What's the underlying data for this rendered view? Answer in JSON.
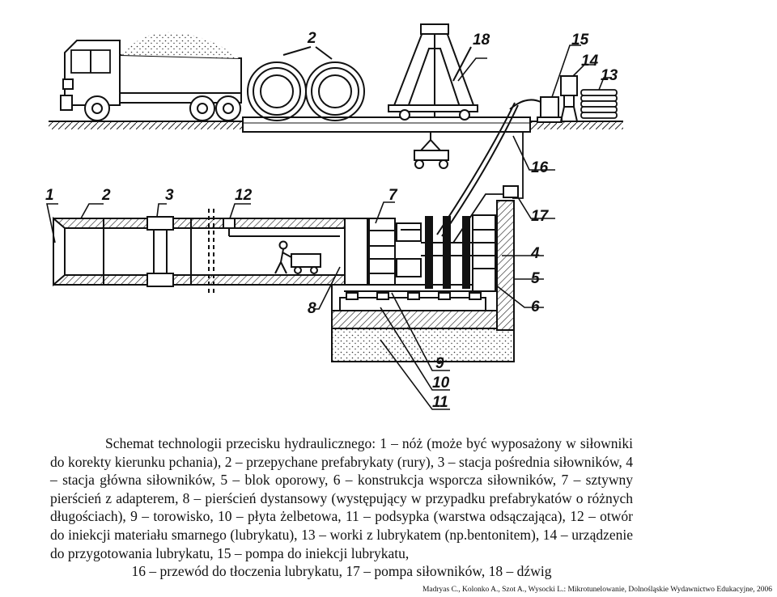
{
  "labels": {
    "l1": "1",
    "l2a": "2",
    "l2b": "2",
    "l3": "3",
    "l4": "4",
    "l5": "5",
    "l6": "6",
    "l7": "7",
    "l8": "8",
    "l9": "9",
    "l10": "10",
    "l11": "11",
    "l12": "12",
    "l13": "13",
    "l14": "14",
    "l15": "15",
    "l16": "16",
    "l17": "17",
    "l18": "18"
  },
  "caption": {
    "body": "Schemat technologii przecisku hydraulicznego: 1 – nóż (może być wyposażony w siłowniki do korekty kierunku pchania), 2 – przepychane prefabrykaty (rury), 3 – stacja pośrednia siłowników, 4 – stacja główna siłowników, 5 – blok oporowy, 6 – konstrukcja wsporcza siłowników, 7 – sztywny pierścień z adapterem, 8 – pierścień dystansowy (występujący w przypadku prefabrykatów o różnych długościach), 9 – torowisko, 10 – płyta żelbetowa, 11 – podsypka (warstwa odsączająca), 12 – otwór do iniekcji materiału smarnego (lubrykatu), 13 – worki z lubrykatem (np.bentonitem), 14 – urządzenie do przygotowania lubrykatu, 15 – pompa do iniekcji lubrykatu,",
    "last": "16 – przewód do tłoczenia lubrykatu, 17 – pompa siłowników, 18 – dźwig"
  },
  "source": "Madryas C., Kolonko A., Szot A., Wysocki L.: Mikrotunelowanie, Dolnośląskie Wydawnictwo Edukacyjne, 2006"
}
